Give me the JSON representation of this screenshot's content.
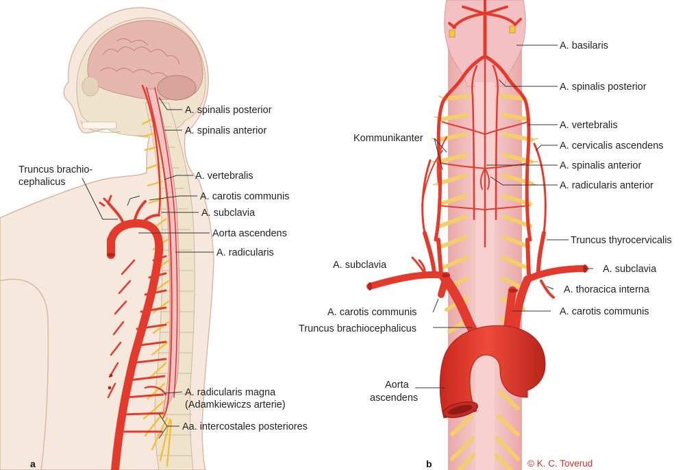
{
  "panels": {
    "a": "a",
    "b": "b"
  },
  "copyright": "© K. C. Toverud",
  "colors": {
    "artery": "#e23b2e",
    "artery_dark": "#b5251c",
    "nerve": "#f2cf6a",
    "cord": "#f4c2c2",
    "bone": "#efe3cc",
    "skin": "#f6e8dc",
    "brain": "#e6b7ae"
  },
  "labels_a": {
    "truncus1": "Truncus brachio-",
    "truncus2": "cephalicus",
    "spinalis_posterior": "A. spinalis posterior",
    "spinalis_anterior": "A. spinalis anterior",
    "vertebralis": "A. vertebralis",
    "carotis_communis": "A. carotis communis",
    "subclavia": "A. subclavia",
    "aorta_ascendens": "Aorta ascendens",
    "radicularis": "A. radicularis",
    "radicularis_magna1": "A. radicularis magna",
    "radicularis_magna2": "(Adamkiewiczs arterie)",
    "intercostales": "Aa. intercostales posteriores"
  },
  "labels_b": {
    "basilaris": "A. basilaris",
    "spinalis_posterior": "A. spinalis posterior",
    "vertebralis": "A. vertebralis",
    "kommunikanter": "Kommunikanter",
    "cervicalis_ascendens": "A. cervicalis ascendens",
    "spinalis_anterior": "A. spinalis anterior",
    "radicularis_anterior": "A. radicularis anterior",
    "thyrocervicalis": "Truncus thyrocervicalis",
    "subclavia_left": "A. subclavia",
    "subclavia_right": "A. subclavia",
    "thoracica_interna": "A. thoracica interna",
    "carotis_left": "A. carotis communis",
    "carotis_right": "A. carotis communis",
    "brachiocephalicus": "Truncus brachiocephalicus",
    "aorta1": "Aorta",
    "aorta2": "ascendens"
  }
}
